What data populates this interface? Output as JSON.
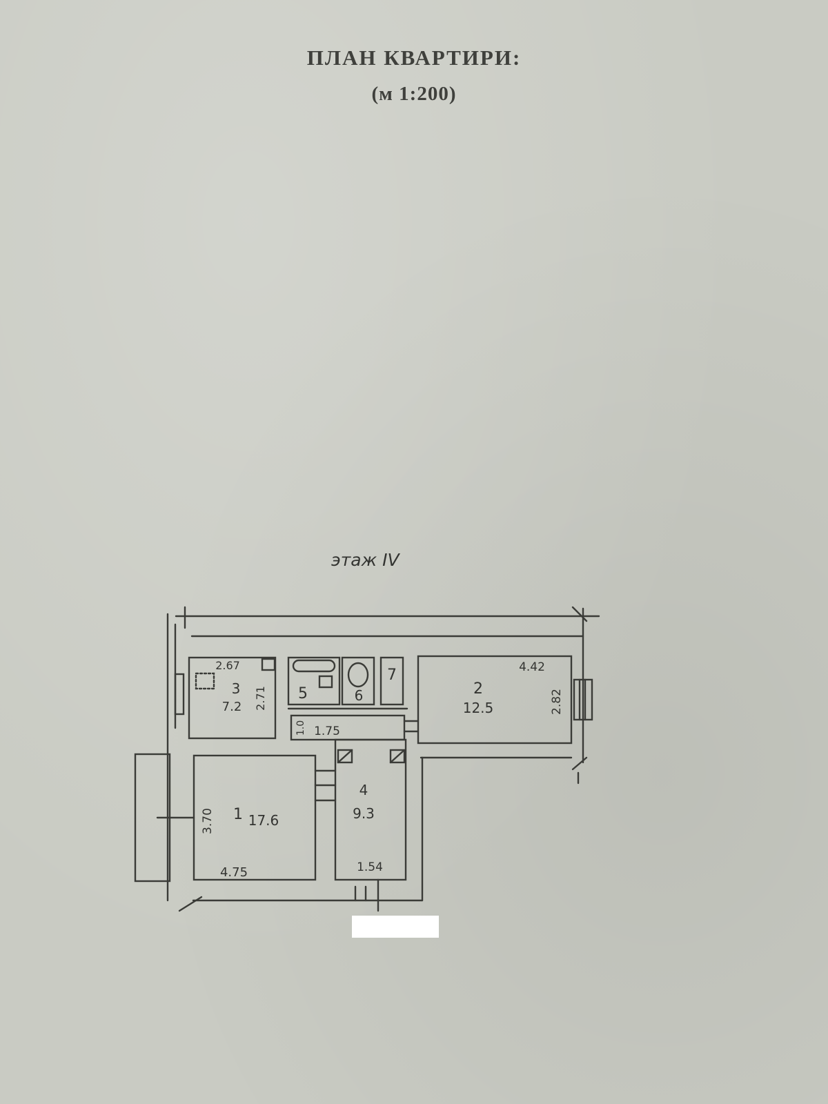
{
  "document": {
    "title": "ПЛАН КВАРТИРИ:",
    "scale": "(м 1:200)",
    "floor_label": "этаж IV"
  },
  "rooms": [
    {
      "number": "1",
      "area": "17.6"
    },
    {
      "number": "2",
      "area": "12.5"
    },
    {
      "number": "3",
      "area": "7.2"
    },
    {
      "number": "4",
      "area": "9.3"
    },
    {
      "number": "5"
    },
    {
      "number": "6"
    },
    {
      "number": "7"
    }
  ],
  "dimensions": {
    "room1_width": "4.75",
    "room1_depth": "3.70",
    "room2_width": "4.42",
    "room2_depth": "2.82",
    "room3_width": "2.67",
    "room3_depth": "2.71",
    "room4_width": "1.54",
    "hall_width": "1.75",
    "hall_small": "1.0"
  },
  "colors": {
    "paper": "#c9cbc3",
    "ink": "#3f403c",
    "redaction": "#ffffff"
  }
}
